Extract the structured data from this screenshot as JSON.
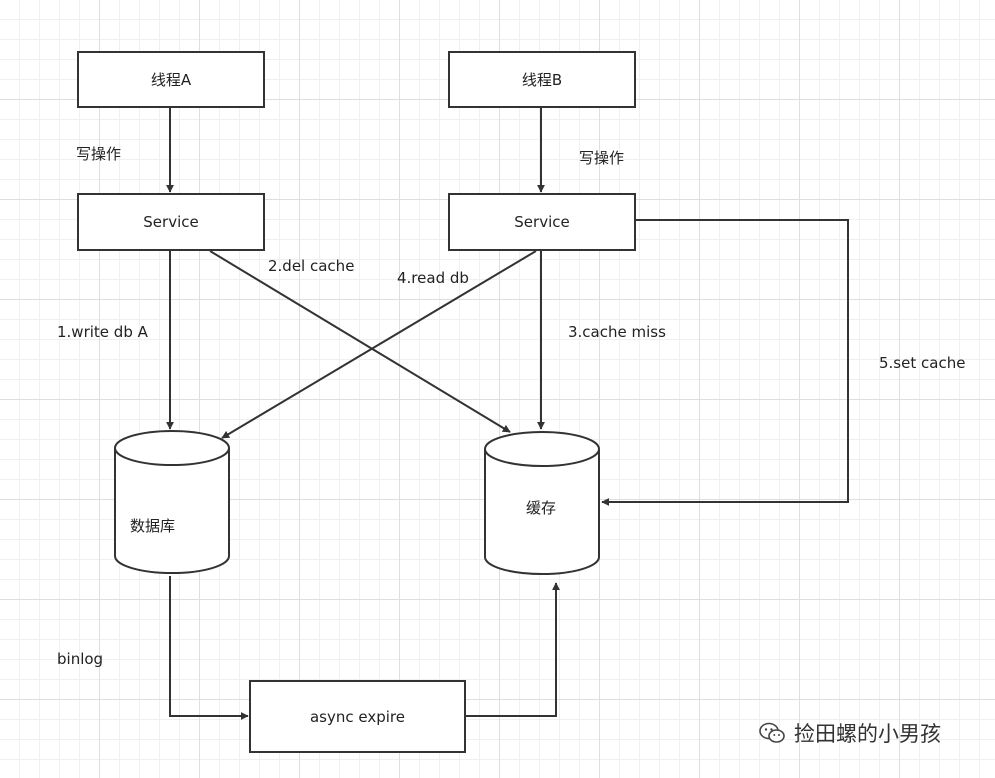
{
  "nodes": {
    "thread_a": "线程A",
    "thread_b": "线程B",
    "service_a": "Service",
    "service_b": "Service",
    "database": "数据库",
    "cache": "缓存",
    "async_expire": "async expire"
  },
  "edges": {
    "write_op_a": "写操作",
    "write_op_b": "写操作",
    "step1": "1.write db A",
    "step2": "2.del cache",
    "step3": "3.cache miss",
    "step4": "4.read db",
    "step5": "5.set cache",
    "binlog": "binlog"
  },
  "watermark": {
    "icon": "wechat-icon",
    "text": "捡田螺的小男孩"
  }
}
